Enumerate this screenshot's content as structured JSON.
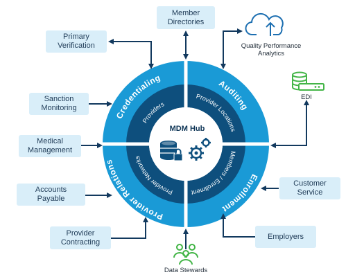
{
  "hub": {
    "title": "MDM Hub",
    "outer_ring": [
      "Credentialing",
      "Auditing",
      "Enrollment",
      "Provider Relations"
    ],
    "inner_ring": [
      "Providers",
      "Provider Locations",
      "Members / Enrollment",
      "Provider Networks"
    ]
  },
  "boxes": {
    "member_directories": "Member\nDirectories",
    "primary_verification": "Primary\nVerification",
    "sanction_monitoring": "Sanction\nMonitoring",
    "medical_management": "Medical\nManagement",
    "accounts_payable": "Accounts\nPayable",
    "provider_contracting": "Provider\nContracting",
    "customer_service": "Customer\nService",
    "employers": "Employers"
  },
  "external": {
    "quality_performance_analytics": "Quality Performance\nAnalytics",
    "edi": "EDI",
    "data_stewards": "Data Stewards"
  },
  "colors": {
    "outer_ring": "#1a9ad6",
    "inner_ring": "#0e4f7d",
    "box_fill": "#d9eef9",
    "arrow": "#12395e",
    "edi_icon": "#43b547",
    "stewards_icon": "#43b547",
    "cloud_icon": "#1d6fb1"
  },
  "icons": [
    "cloud-upload-icon",
    "database-server-icon",
    "people-group-icon",
    "database-lock-icon",
    "gears-icon"
  ]
}
